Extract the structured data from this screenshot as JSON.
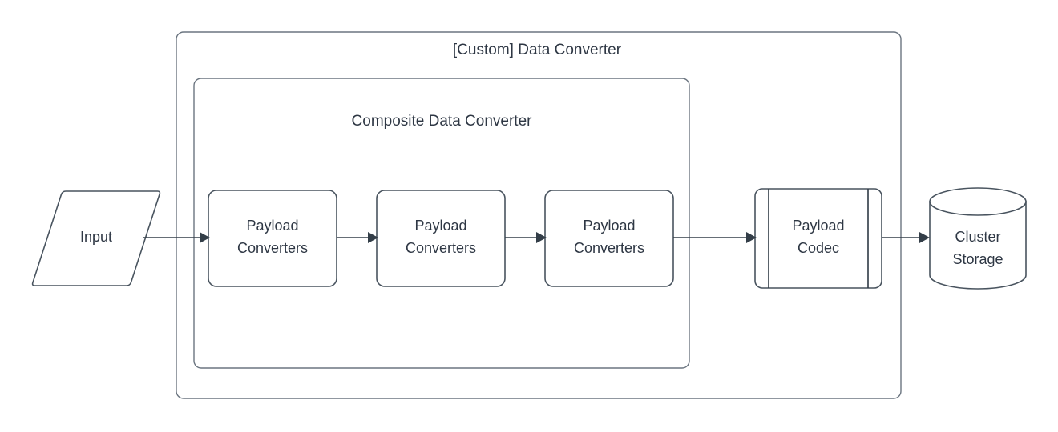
{
  "diagram": {
    "title": "[Custom] Data Converter",
    "type": "flowchart",
    "background_color": "#ffffff",
    "stroke_color": "#49545f",
    "text_color": "#2e3744",
    "containers": [
      {
        "id": "custom-data-converter",
        "label": "[Custom] Data Converter",
        "shape": "rounded-rectangle"
      },
      {
        "id": "composite-data-converter",
        "label": "Composite Data Converter",
        "shape": "rounded-rectangle"
      }
    ],
    "nodes": [
      {
        "id": "input",
        "label": "Input",
        "shape": "parallelogram"
      },
      {
        "id": "payload-converters-1",
        "label_line1": "Payload",
        "label_line2": "Converters",
        "shape": "rounded-rectangle"
      },
      {
        "id": "payload-converters-2",
        "label_line1": "Payload",
        "label_line2": "Converters",
        "shape": "rounded-rectangle"
      },
      {
        "id": "payload-converters-3",
        "label_line1": "Payload",
        "label_line2": "Converters",
        "shape": "rounded-rectangle"
      },
      {
        "id": "payload-codec",
        "label_line1": "Payload",
        "label_line2": "Codec",
        "shape": "process"
      },
      {
        "id": "cluster-storage",
        "label_line1": "Cluster",
        "label_line2": "Storage",
        "shape": "cylinder"
      }
    ],
    "edges": [
      {
        "from": "input",
        "to": "payload-converters-1",
        "arrow": "filled-triangle"
      },
      {
        "from": "payload-converters-1",
        "to": "payload-converters-2",
        "arrow": "filled-triangle"
      },
      {
        "from": "payload-converters-2",
        "to": "payload-converters-3",
        "arrow": "filled-triangle"
      },
      {
        "from": "payload-converters-3",
        "to": "payload-codec",
        "arrow": "filled-triangle"
      },
      {
        "from": "payload-codec",
        "to": "cluster-storage",
        "arrow": "filled-triangle"
      }
    ]
  }
}
